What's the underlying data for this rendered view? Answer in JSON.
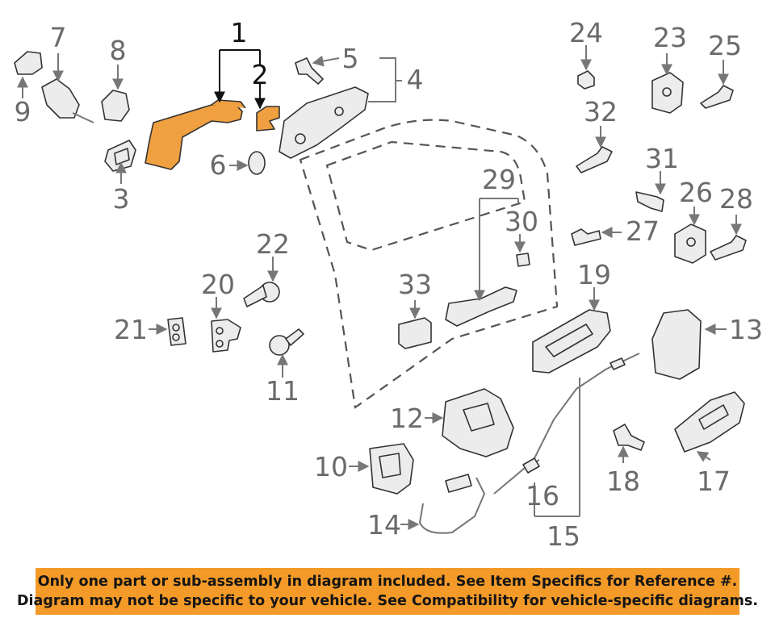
{
  "callouts": {
    "c1": "1",
    "c2": "2",
    "c3": "3",
    "c4": "4",
    "c5": "5",
    "c6": "6",
    "c7": "7",
    "c8": "8",
    "c9": "9",
    "c10": "10",
    "c11": "11",
    "c12": "12",
    "c13": "13",
    "c14": "14",
    "c15": "15",
    "c16": "16",
    "c17": "17",
    "c18": "18",
    "c19": "19",
    "c20": "20",
    "c21": "21",
    "c22": "22",
    "c23": "23",
    "c24": "24",
    "c25": "25",
    "c26": "26",
    "c27": "27",
    "c28": "28",
    "c29": "29",
    "c30": "30",
    "c31": "31",
    "c32": "32",
    "c33": "33"
  },
  "highlighted_parts": [
    "1",
    "2"
  ],
  "colors": {
    "highlight": "#f0a040",
    "banner": "#f39a28",
    "callout": "#6a6a6a"
  },
  "banner": {
    "line1": "Only one part or sub-assembly in diagram included. See Item Specifics for Reference #.",
    "line2": "Diagram may not be specific to your vehicle. See Compatibility for vehicle-specific diagrams."
  }
}
